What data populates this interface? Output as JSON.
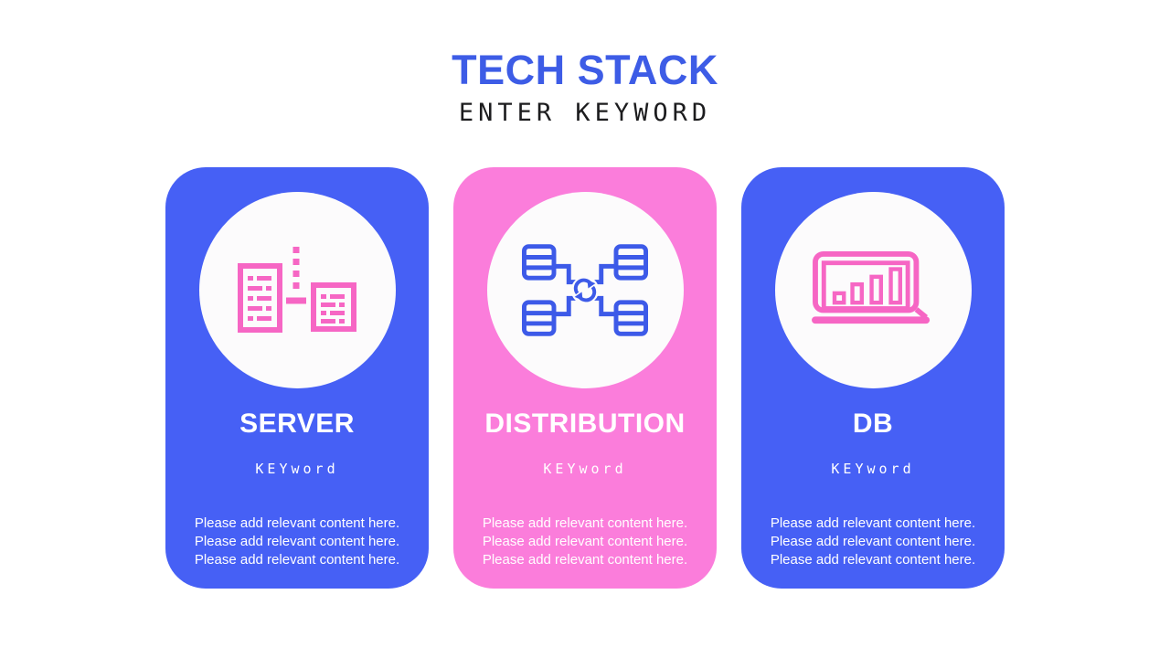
{
  "header": {
    "title": "TECH STACK",
    "subtitle": "ENTER KEYWORD"
  },
  "cards": [
    {
      "id": "server",
      "title": "SERVER",
      "keyword": "KEYword",
      "icon": "server-icon",
      "card_color": "#4660F5",
      "icon_color": "#F666C4",
      "lines": [
        "Please add relevant content here.",
        "Please add relevant content here.",
        "Please add relevant content here."
      ]
    },
    {
      "id": "distribution",
      "title": "DISTRIBUTION",
      "keyword": "KEYword",
      "icon": "distribution-sync-icon",
      "card_color": "#FB7DDB",
      "icon_color": "#3D5AE8",
      "lines": [
        "Please add relevant content here.",
        "Please add relevant content here.",
        "Please add relevant content here."
      ]
    },
    {
      "id": "db",
      "title": "DB",
      "keyword": "KEYword",
      "icon": "laptop-bar-chart-icon",
      "card_color": "#4660F5",
      "icon_color": "#F666C4",
      "lines": [
        "Please add relevant content here.",
        "Please add relevant content here.",
        "Please add relevant content here."
      ]
    }
  ],
  "colors": {
    "background": "#FFFFFF",
    "title_text": "#3D5CE6",
    "subtitle_text": "#1C1C1E",
    "card_blue": "#4660F5",
    "card_pink": "#FB7DDB",
    "icon_pink": "#F666C4",
    "icon_blue": "#3D5AE8",
    "circle_white": "#FCFBFC",
    "card_text": "#FFFFFF"
  }
}
